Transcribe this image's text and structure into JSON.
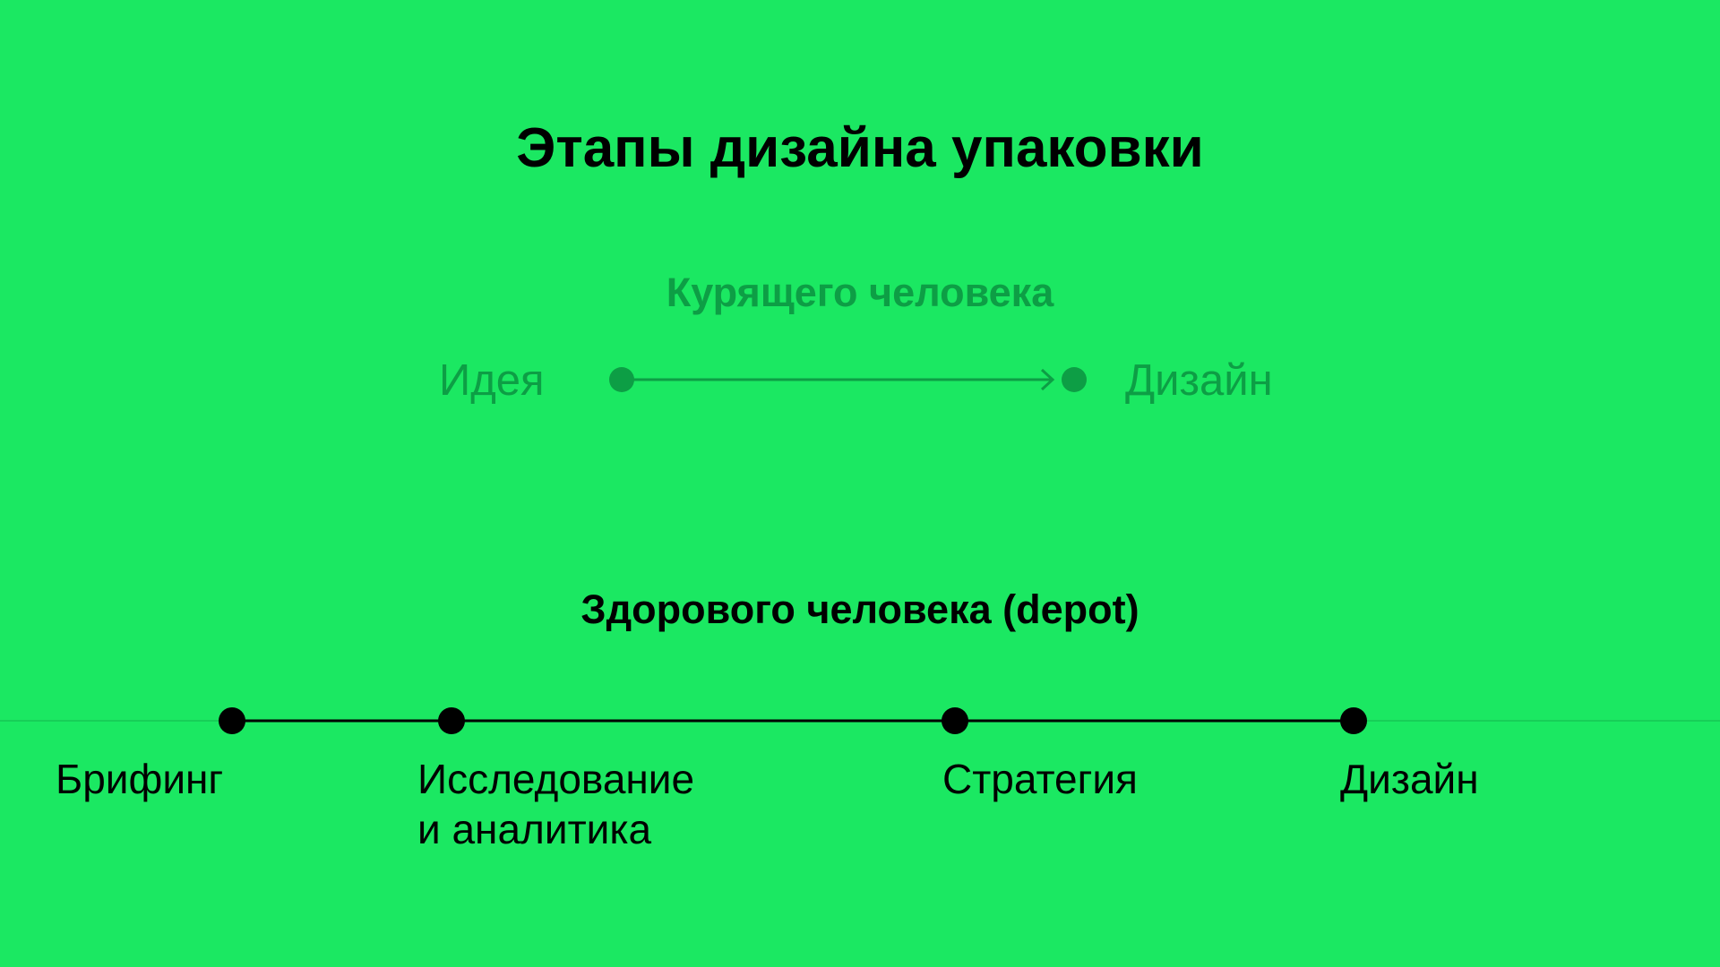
{
  "title": "Этапы дизайна упаковки",
  "smoker": {
    "heading": "Курящего человека",
    "start_label": "Идея",
    "end_label": "Дизайн"
  },
  "healthy": {
    "heading": "Здорового человека (depot)",
    "stages": [
      {
        "line1": "Брифинг",
        "line2": ""
      },
      {
        "line1": "Исследование",
        "line2": "и аналитика"
      },
      {
        "line1": "Стратегия",
        "line2": ""
      },
      {
        "line1": "Дизайн",
        "line2": ""
      }
    ]
  },
  "colors": {
    "background": "#1be862",
    "primary": "#000000",
    "muted": "#0d9e45",
    "faint_line": "#17cf58"
  }
}
